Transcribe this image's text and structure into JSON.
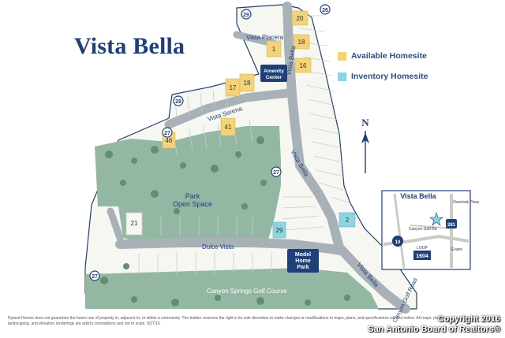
{
  "map": {
    "title": "Vista Bella",
    "legend": [
      {
        "label": "Available Homesite",
        "color": "#f4d27a"
      },
      {
        "label": "Inventory Homesite",
        "color": "#8ed3df"
      }
    ],
    "streets": {
      "vista_placera": "Vista Placera",
      "vista_bella_north": "Vista Bella",
      "vista_serena": "Vista Serena",
      "vista_bella_mid": "Vista Bella",
      "dulce_vista": "Dulce Vista",
      "vista_bella_south": "Vista Bella",
      "canyon_golf_road": "Canyon Golf Road",
      "canyon_springs": "Canyon Springs Golf Course"
    },
    "areas": {
      "amenity_center": [
        "Amenity",
        "Center"
      ],
      "park": [
        "Park",
        "Open Space"
      ],
      "model_home_park": [
        "Model",
        "Home",
        "Park"
      ]
    },
    "route_markers": [
      "29",
      "26",
      "28",
      "27",
      "27",
      "27"
    ],
    "lots": {
      "available": [
        "20",
        "1",
        "18",
        "16",
        "17",
        "18",
        "41",
        "46"
      ],
      "inventory": [
        "2",
        "29"
      ],
      "other": [
        "21"
      ]
    },
    "compass": "N",
    "inset": {
      "title": "Vista Bella",
      "labels": [
        "Overlook Pkwy",
        "Canyon Golf Rd",
        "Evans",
        "LOOP",
        "1604"
      ],
      "highways": [
        "281",
        "10"
      ]
    },
    "colors": {
      "open_space": "#93b7a2",
      "tree": "#5f8f74",
      "road": "#a9b1b8",
      "title": "#1f3f78",
      "badge": "#1f3f78"
    }
  },
  "disclaimer": "Ryland Homes does not guarantee the future use of property in, adjacent to, or within a community. The builder reserves the right in its sole discretion to make changes or modifications to maps, plans, and specifications without notice. All maps, plans, landscaping, and elevation renderings are artist's conceptions and not to scale. 5/27/16",
  "copyright": [
    "Copyright 2016",
    "San Antonio Board of Realtors®"
  ]
}
